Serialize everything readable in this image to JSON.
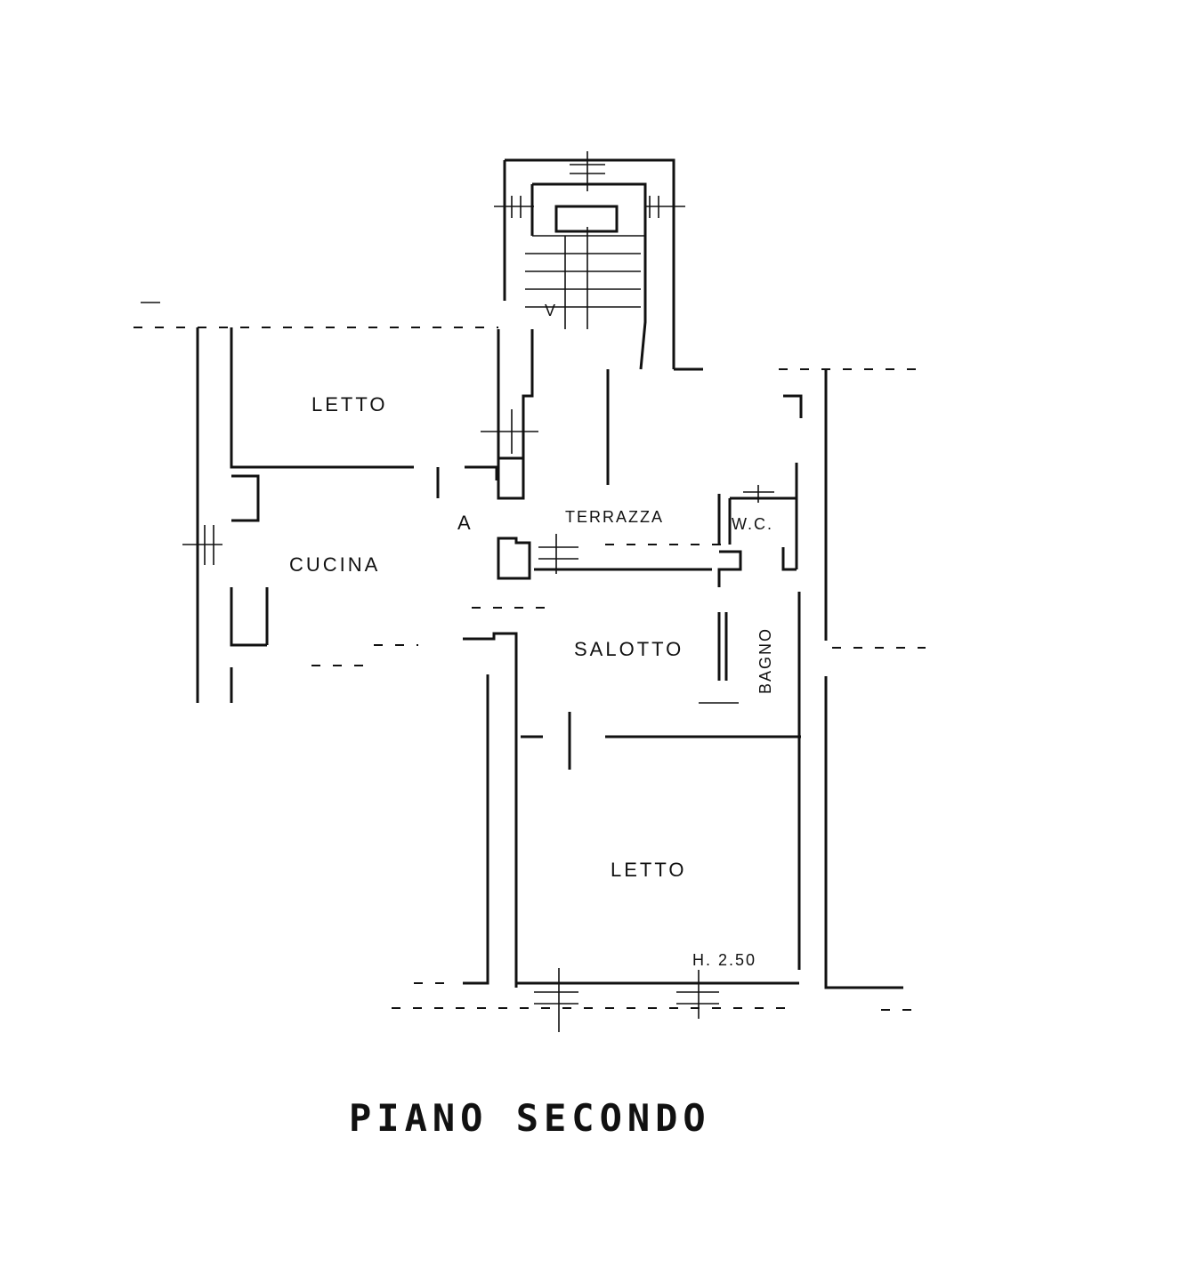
{
  "rooms": {
    "letto_top": "LETTO",
    "cucina": "CUCINA",
    "terrazza": "TERRAZZA",
    "wc": "W.C.",
    "salotto": "SALOTTO",
    "bagno": "BAGNO",
    "letto_bottom": "LETTO"
  },
  "height_note": "H. 2.50",
  "title": "PIANO SECONDO",
  "stair_arrow_down": "V",
  "entry_arrow": "A"
}
